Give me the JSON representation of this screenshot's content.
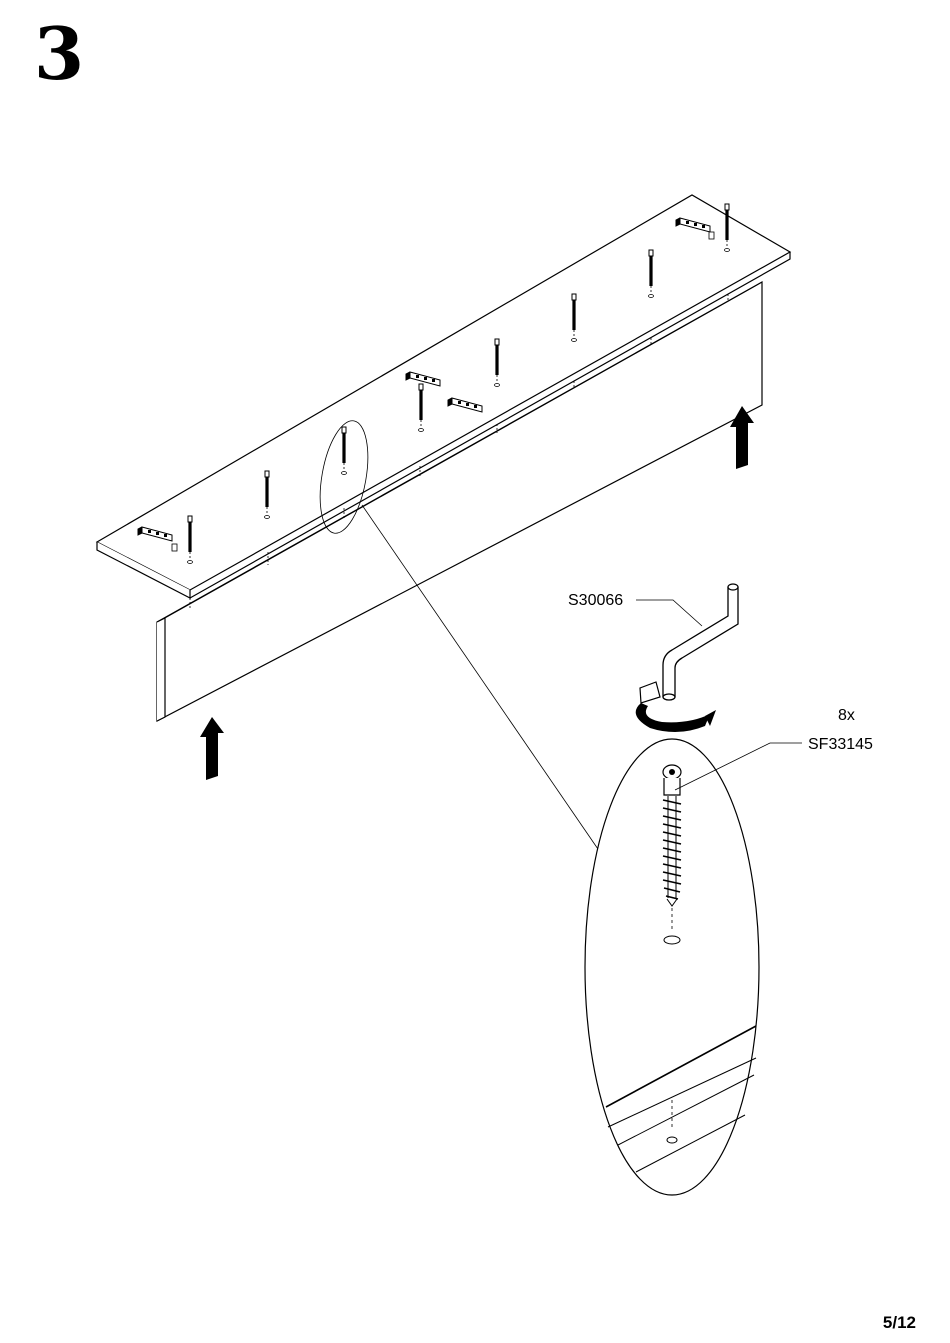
{
  "step": {
    "number": "3"
  },
  "callouts": {
    "tool_code": "S30066",
    "screw_qty": "8x",
    "screw_code": "SF33145"
  },
  "footer": {
    "page": "5/12"
  }
}
